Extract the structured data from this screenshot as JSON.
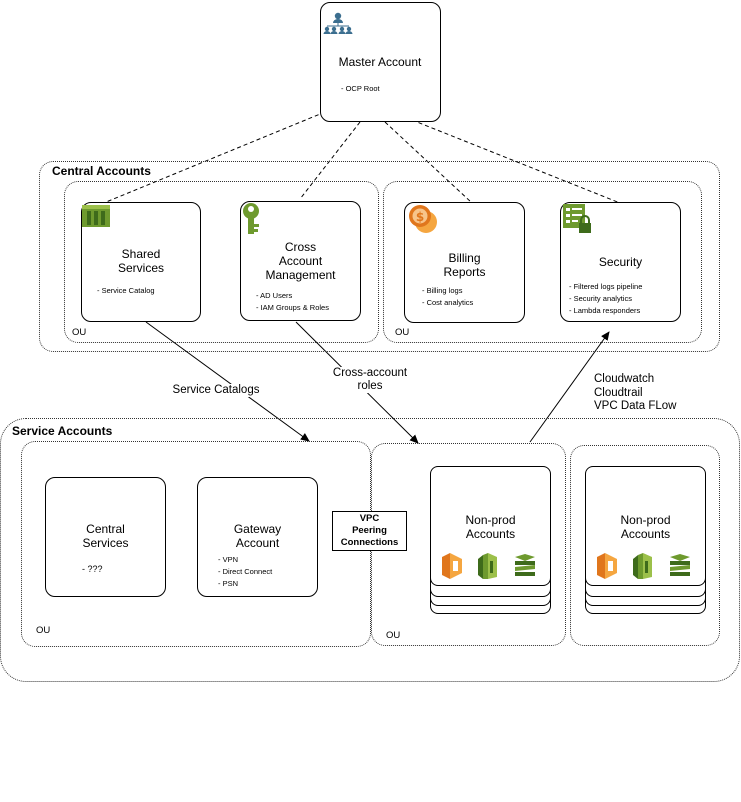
{
  "master": {
    "title": "Master Account",
    "items": [
      "OCP Root"
    ],
    "icon": "organization-icon"
  },
  "central": {
    "label": "Central Accounts",
    "ou_left": "OU",
    "ou_right": "OU",
    "shared": {
      "title": "Shared\nServices",
      "items": [
        "Service Catalog"
      ],
      "icon": "service-catalog-icon"
    },
    "cross": {
      "title": "Cross\nAccount\nManagement",
      "items": [
        "AD Users",
        "IAM Groups & Roles"
      ],
      "icon": "iam-key-icon"
    },
    "billing": {
      "title": "Billing\nReports",
      "items": [
        "Billing logs",
        "Cost analytics"
      ],
      "icon": "billing-coins-icon"
    },
    "security": {
      "title": "Security",
      "items": [
        "Filtered logs pipeline",
        "Security analytics",
        "Lambda responders"
      ],
      "icon": "security-checklist-icon"
    }
  },
  "service": {
    "label": "Service Accounts",
    "ou_left": "OU",
    "ou_mid": "OU",
    "central_services": {
      "title": "Central\nServices",
      "items": [
        "???"
      ]
    },
    "gateway": {
      "title": "Gateway\nAccount",
      "items": [
        "VPN",
        "Direct Connect",
        "PSN"
      ]
    },
    "vpc_peering": "VPC\nPeering\nConnections",
    "nonprod1": {
      "title": "Non-prod\nAccounts"
    },
    "nonprod2": {
      "title": "Non-prod\nAccounts"
    }
  },
  "edges": {
    "service_catalogs": "Service Catalogs",
    "cross_account_roles": "Cross-account\nroles",
    "logs": "Cloudwatch\nCloudtrail\nVPC Data FLow"
  },
  "colors": {
    "orange": "#E0761C",
    "green": "#6E9A2E",
    "dark_green": "#3E6B1B",
    "master_icon": "#3B6E8F"
  }
}
